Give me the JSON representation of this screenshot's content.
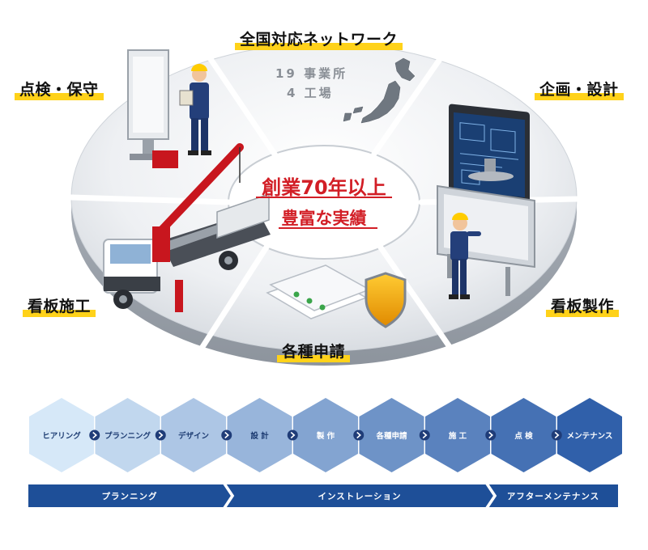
{
  "segments": {
    "network": "全国対応ネットワーク",
    "design": "企画・設計",
    "production": "看板製作",
    "permits": "各種申請",
    "installation": "看板施工",
    "maintenance": "点検・保守"
  },
  "network_info": {
    "offices": "19 事業所",
    "factories": "4 工場"
  },
  "center": {
    "line1": "創業70年以上",
    "line2": "豊富な実績"
  },
  "process_steps": [
    "ヒアリング",
    "プランニング",
    "デザイン",
    "設 計",
    "製 作",
    "各種申請",
    "施 工",
    "点 検",
    "メンテナンス"
  ],
  "phases": [
    "プランニング",
    "インストレーション",
    "アフターメンテナンス"
  ],
  "colors": {
    "accent_yellow": "#ffd21a",
    "accent_red": "#d21e26",
    "navy": "#1e4f98"
  }
}
